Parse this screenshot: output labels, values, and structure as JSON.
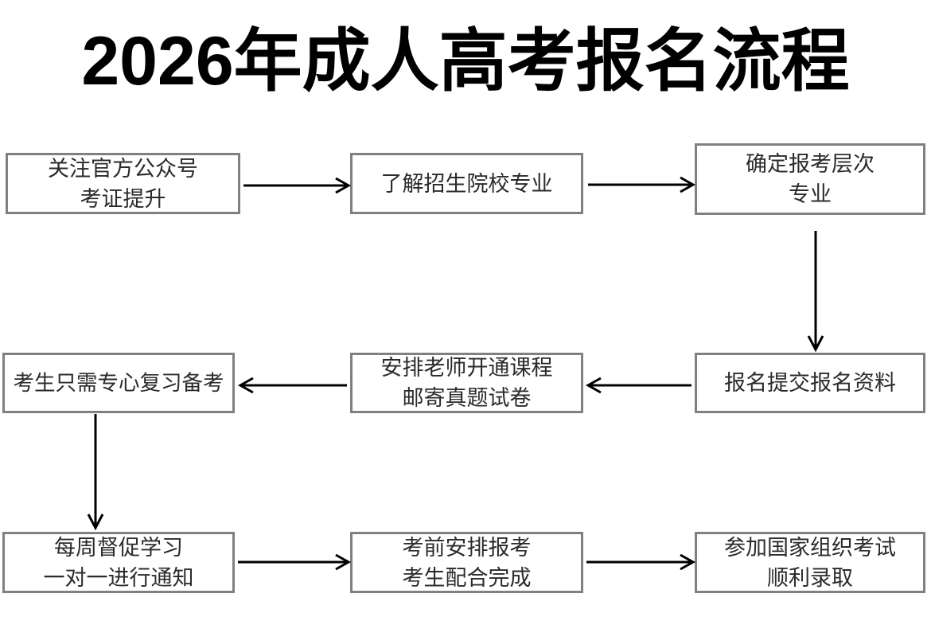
{
  "page": {
    "title": "2026年成人高考报名流程",
    "background_color": "#ffffff",
    "box_border_color": "#808080",
    "text_color": "#2b2b2b",
    "arrow_color": "#000000"
  },
  "chart_data": {
    "type": "diagram",
    "title": "2026年成人高考报名流程",
    "nodes": [
      {
        "id": "n1",
        "lines": [
          "关注官方公众号",
          "考证提升"
        ],
        "row": 1,
        "col": 1
      },
      {
        "id": "n2",
        "lines": [
          "了解招生院校专业"
        ],
        "row": 1,
        "col": 2
      },
      {
        "id": "n3",
        "lines": [
          "确定报考层次",
          "专业"
        ],
        "row": 1,
        "col": 3
      },
      {
        "id": "n4",
        "lines": [
          "报名提交报名资料"
        ],
        "row": 2,
        "col": 3
      },
      {
        "id": "n5",
        "lines": [
          "安排老师开通课程",
          "邮寄真题试卷"
        ],
        "row": 2,
        "col": 2
      },
      {
        "id": "n6",
        "lines": [
          "考生只需专心复习备考"
        ],
        "row": 2,
        "col": 1
      },
      {
        "id": "n7",
        "lines": [
          "每周督促学习",
          "一对一进行通知"
        ],
        "row": 3,
        "col": 1
      },
      {
        "id": "n8",
        "lines": [
          "考前安排报考",
          "考生配合完成"
        ],
        "row": 3,
        "col": 2
      },
      {
        "id": "n9",
        "lines": [
          "参加国家组织考试",
          "顺利录取"
        ],
        "row": 3,
        "col": 3
      }
    ],
    "edges": [
      {
        "from": "n1",
        "to": "n2",
        "direction": "right"
      },
      {
        "from": "n2",
        "to": "n3",
        "direction": "right"
      },
      {
        "from": "n3",
        "to": "n4",
        "direction": "down"
      },
      {
        "from": "n4",
        "to": "n5",
        "direction": "left"
      },
      {
        "from": "n5",
        "to": "n6",
        "direction": "left"
      },
      {
        "from": "n6",
        "to": "n7",
        "direction": "down"
      },
      {
        "from": "n7",
        "to": "n8",
        "direction": "right"
      },
      {
        "from": "n8",
        "to": "n9",
        "direction": "right"
      }
    ]
  },
  "nodes": {
    "n1": {
      "line1": "关注官方公众号",
      "line2": "考证提升"
    },
    "n2": {
      "line1": "了解招生院校专业"
    },
    "n3": {
      "line1": "确定报考层次",
      "line2": "专业"
    },
    "n4": {
      "line1": "报名提交报名资料"
    },
    "n5": {
      "line1": "安排老师开通课程",
      "line2": "邮寄真题试卷"
    },
    "n6": {
      "line1": "考生只需专心复习备考"
    },
    "n7": {
      "line1": "每周督促学习",
      "line2": "一对一进行通知"
    },
    "n8": {
      "line1": "考前安排报考",
      "line2": "考生配合完成"
    },
    "n9": {
      "line1": "参加国家组织考试",
      "line2": "顺利录取"
    }
  }
}
